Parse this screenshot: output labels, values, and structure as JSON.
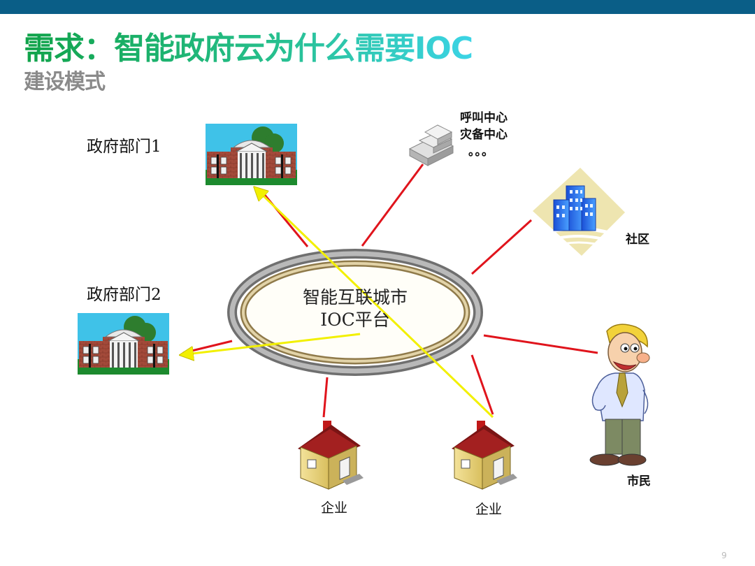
{
  "slide": {
    "title": "需求：智能政府云为什么需要IOC",
    "subtitle": "建设模式",
    "page_number": "9"
  },
  "center": {
    "line1": "智能互联城市",
    "line2": "IOC平台"
  },
  "nodes": {
    "gov1": "政府部门1",
    "gov2": "政府部门2",
    "call_center": "呼叫中心",
    "disaster_center": "灾备中心",
    "ellipsis": "。。。",
    "community": "社区",
    "citizen": "市民",
    "enterprise1": "企业",
    "enterprise2": "企业"
  },
  "colors": {
    "top_bar": "#0a5e87",
    "title_green": "#11a34a",
    "title_cyan": "#3cd4e6",
    "connector_red": "#e0141c",
    "flow_yellow": "#f2f000",
    "ring_gray": "#8a8a8a",
    "ring_gold": "#c8b488"
  },
  "icons": [
    "government-building-icon",
    "server-stack-icon",
    "apartment-building-icon",
    "house-icon",
    "man-cartoon-icon"
  ]
}
